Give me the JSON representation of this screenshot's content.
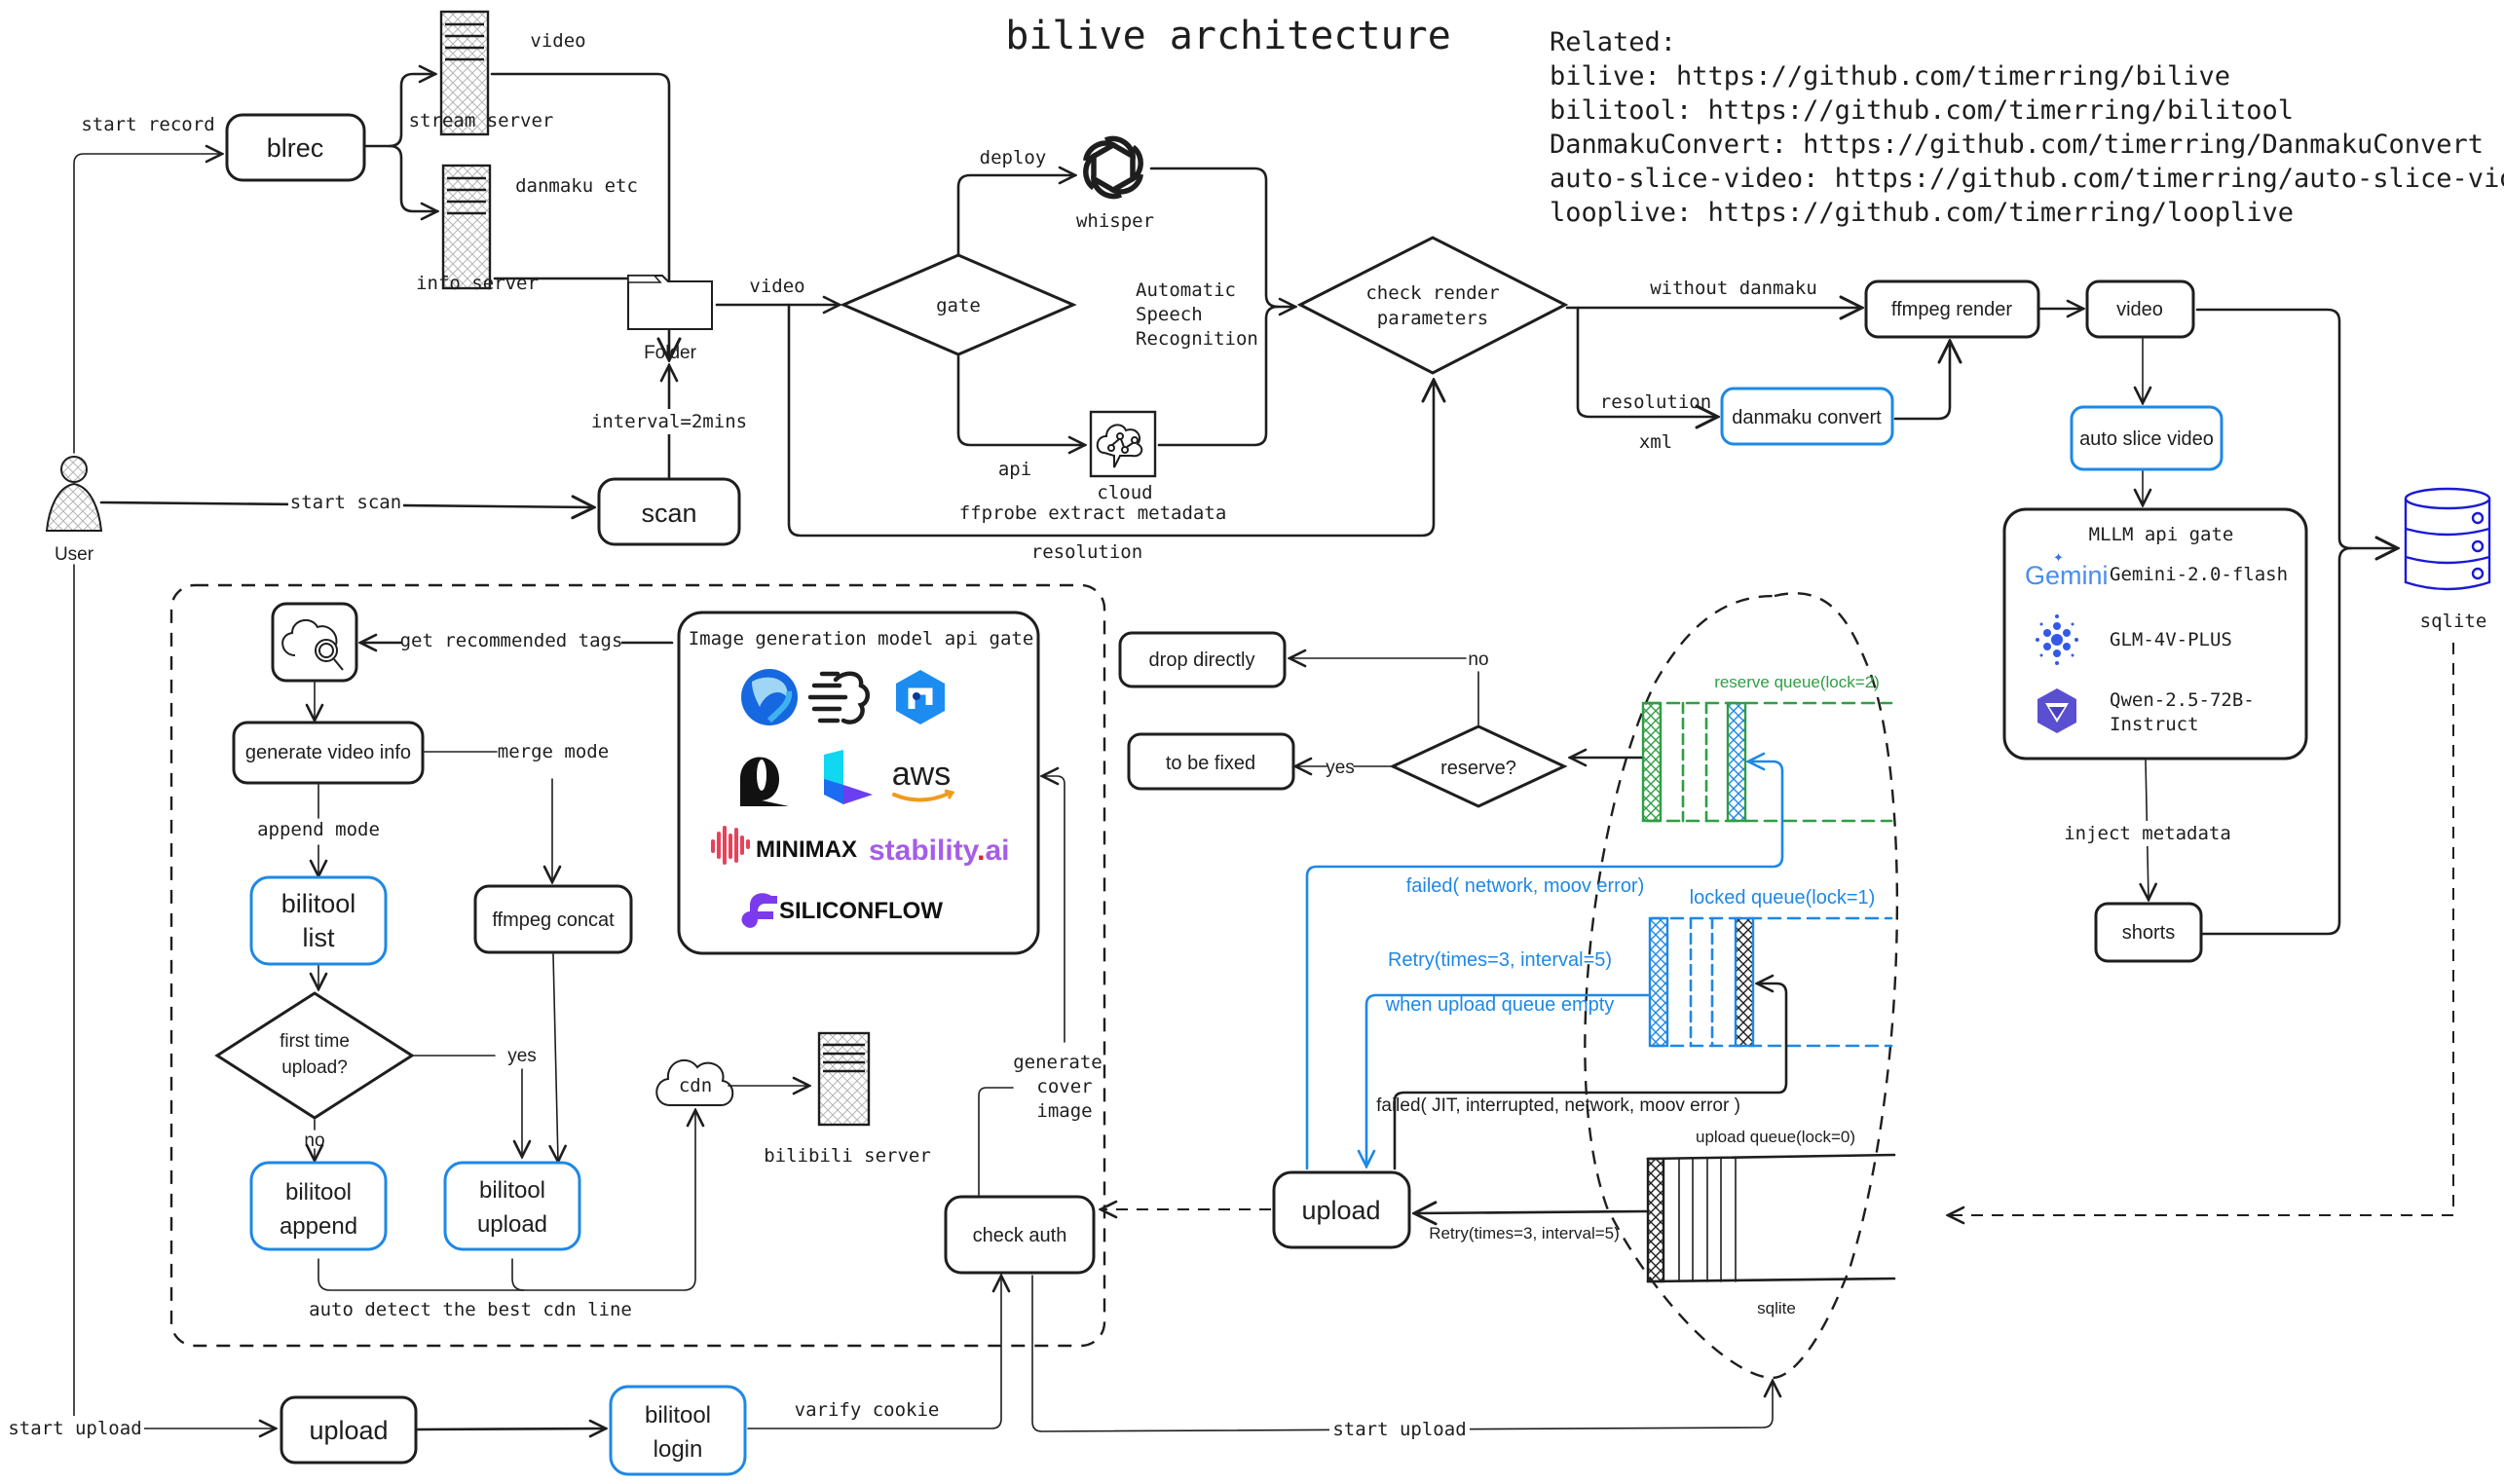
{
  "title": "bilive architecture",
  "related": {
    "heading": "Related:",
    "links": [
      {
        "name": "bilive",
        "text": "bilive: https://github.com/timerring/bilive"
      },
      {
        "name": "bilitool",
        "text": "bilitool: https://github.com/timerring/bilitool"
      },
      {
        "name": "DanmakuConvert",
        "text": "DanmakuConvert: https://github.com/timerring/DanmakuConvert"
      },
      {
        "name": "auto-slice-video",
        "text": "auto-slice-video: https://github.com/timerring/auto-slice-video"
      },
      {
        "name": "looplive",
        "text": "looplive: https://github.com/timerring/looplive"
      }
    ]
  },
  "colors": {
    "stroke": "#1e1e1e",
    "accent_blue": "#1e88e5",
    "accent_green": "#2f9e44",
    "db_blue": "#1a1ad6"
  },
  "nodes": {
    "user": "User",
    "blrec": "blrec",
    "stream_server": "stream server",
    "info_server": "info server",
    "folder": "Folder",
    "scan": "scan",
    "gate": "gate",
    "whisper": "whisper",
    "cloud": "cloud",
    "asr": [
      "Automatic",
      "Speech",
      "Recognition"
    ],
    "check_render": [
      "check render",
      "parameters"
    ],
    "ffmpeg_render": "ffmpeg render",
    "video": "video",
    "danmaku_convert": "danmaku convert",
    "auto_slice": "auto slice video",
    "sqlite_db": "sqlite",
    "shorts": "shorts",
    "mllm": {
      "title": "MLLM api gate",
      "models": [
        {
          "logo": "gemini-logo",
          "logo_text": "Gemini",
          "name": "Gemini-2.0-flash"
        },
        {
          "logo": "glm-logo",
          "name": "GLM-4V-PLUS"
        },
        {
          "logo": "qwen-logo",
          "name_lines": [
            "Qwen-2.5-72B-",
            "Instruct"
          ]
        }
      ]
    },
    "image_gen": {
      "title": "Image generation model api gate",
      "providers": [
        "ByteDance Doubao",
        "Brain AI",
        "Tencent Hunyuan",
        "Recraft",
        "Kling",
        "aws",
        "MINIMAX",
        "stability.ai",
        "SILICONFLOW"
      ],
      "aws": "aws",
      "minimax": "MINIMAX",
      "stability": "stability",
      "stability_suffix": ".ai",
      "siliconflow": "SILICONFLOW"
    },
    "generate_video_info": "generate video info",
    "bilitool_list": [
      "bilitool",
      "list"
    ],
    "ffmpeg_concat": "ffmpeg concat",
    "first_time": [
      "first time",
      "upload?"
    ],
    "bilitool_append": [
      "bilitool",
      "append"
    ],
    "bilitool_upload": [
      "bilitool",
      "upload"
    ],
    "cdn": "cdn",
    "bilibili_server": "bilibili server",
    "check_auth": "check auth",
    "upload_queue_box": "upload",
    "upload_main": "upload",
    "bilitool_login": [
      "bilitool",
      "login"
    ],
    "drop_directly": "drop directly",
    "to_be_fixed": "to be fixed",
    "reserve": "reserve?",
    "reserve_queue": "reserve queue(lock=2)",
    "locked_queue": "locked queue(lock=1)",
    "upload_queue": "upload queue(lock=0)",
    "queue_sqlite": "sqlite"
  },
  "edges": {
    "start_record": "start record",
    "video_top": "video",
    "danmaku_etc": "danmaku etc",
    "start_scan": "start scan",
    "interval": "interval=2mins",
    "video_folder": "video",
    "deploy": "deploy",
    "api": "api",
    "ffprobe": "ffprobe extract metadata",
    "resolution_bottom": "resolution",
    "without_danmaku": "without danmaku",
    "resolution_xml_top": "resolution",
    "resolution_xml_bottom": "xml",
    "inject_metadata": "inject metadata",
    "get_tags": "get recommended tags",
    "merge_mode": "merge mode",
    "append_mode": "append mode",
    "yes_first": "yes",
    "no_first": "no",
    "auto_detect_cdn": "auto detect the best cdn line",
    "generate_cover": [
      "generate",
      "cover",
      "image"
    ],
    "start_upload_left": "start upload",
    "verify_cookie": "varify cookie",
    "start_upload_bottom": "start upload",
    "no_reserve": "no",
    "yes_reserve": "yes",
    "failed_network": "failed( network, moov error)",
    "retry_locked": "Retry(times=3, interval=5)",
    "when_empty": "when upload queue empty",
    "failed_jit": "failed( JIT, interrupted, network, moov error )",
    "retry_upload": "Retry(times=3, interval=5)"
  }
}
